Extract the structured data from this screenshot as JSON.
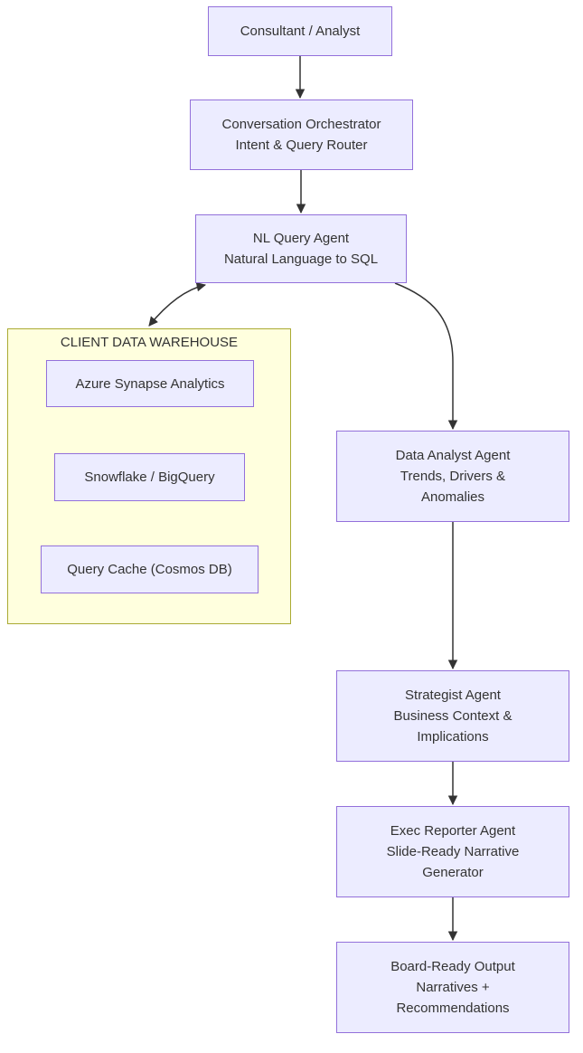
{
  "diagram_type": "flowchart",
  "colors": {
    "node_fill": "#ECECFF",
    "node_border": "#9370DB",
    "subgraph_fill": "#FFFFDE",
    "subgraph_border": "#AAAA33",
    "edge": "#333333",
    "text": "#333333"
  },
  "subgraph": {
    "title": "CLIENT DATA WAREHOUSE"
  },
  "nodes": {
    "consultant": {
      "lines": [
        "Consultant / Analyst"
      ]
    },
    "orchestrator": {
      "lines": [
        "Conversation Orchestrator",
        "Intent & Query Router"
      ]
    },
    "nl_query": {
      "lines": [
        "NL Query Agent",
        "Natural Language to SQL"
      ]
    },
    "azure_synapse": {
      "lines": [
        "Azure Synapse Analytics"
      ]
    },
    "snowflake": {
      "lines": [
        "Snowflake / BigQuery"
      ]
    },
    "query_cache": {
      "lines": [
        "Query Cache (Cosmos DB)"
      ]
    },
    "data_analyst": {
      "lines": [
        "Data Analyst Agent",
        "Trends, Drivers &",
        "Anomalies"
      ]
    },
    "strategist": {
      "lines": [
        "Strategist Agent",
        "Business Context &",
        "Implications"
      ]
    },
    "exec_reporter": {
      "lines": [
        "Exec Reporter Agent",
        "Slide-Ready Narrative",
        "Generator"
      ]
    },
    "board_output": {
      "lines": [
        "Board-Ready Output",
        "Narratives +",
        "Recommendations"
      ]
    }
  },
  "edges": [
    {
      "from": "consultant",
      "to": "orchestrator",
      "type": "arrow"
    },
    {
      "from": "orchestrator",
      "to": "nl_query",
      "type": "arrow"
    },
    {
      "from": "nl_query",
      "to": "client_data_warehouse",
      "type": "bidirectional"
    },
    {
      "from": "nl_query",
      "to": "data_analyst",
      "type": "arrow"
    },
    {
      "from": "data_analyst",
      "to": "strategist",
      "type": "arrow"
    },
    {
      "from": "strategist",
      "to": "exec_reporter",
      "type": "arrow"
    },
    {
      "from": "exec_reporter",
      "to": "board_output",
      "type": "arrow"
    }
  ]
}
